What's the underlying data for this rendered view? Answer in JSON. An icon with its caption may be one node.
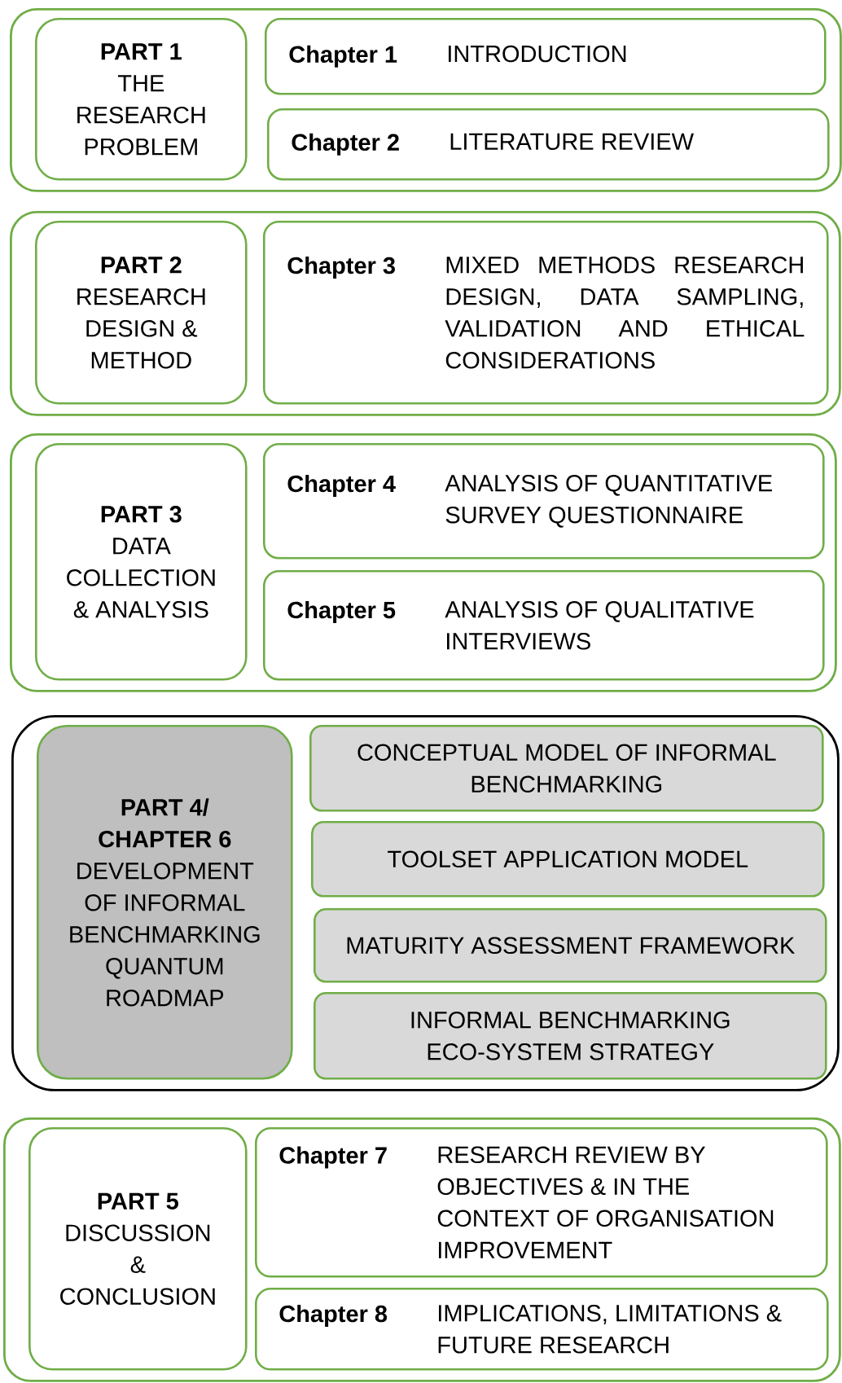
{
  "diagram": {
    "nodes": [
      {
        "text": [],
        "shape": "box"
      },
      {
        "text": [
          "PART 1",
          "THE RESEARCH PROBLEM"
        ],
        "in": 0
      },
      {
        "text": [
          "Chapter 1",
          "INTRODUCTION"
        ],
        "in": 0
      },
      {
        "text": [
          "Chapter 2",
          "LITERATURE REVIEW"
        ],
        "in": 0
      },
      {
        "text": [],
        "shape": "box"
      },
      {
        "text": [
          "PART 2",
          "RESEARCH DESIGN & METHOD"
        ],
        "in": 4
      },
      {
        "text": [
          "Chapter 3",
          "MIXED METHODS RESEARCH DESIGN, DATA SAMPLING, VALIDATION AND ETHICAL CONSIDERATIONS"
        ],
        "in": 4
      },
      {
        "text": [],
        "shape": "box"
      },
      {
        "text": [
          "PART 3",
          "DATA COLLECTION & ANALYSIS"
        ],
        "in": 7
      },
      {
        "text": [
          "Chapter 4",
          "ANALYSIS OF QUANTITATIVE SURVEY QUESTIONNAIRE"
        ],
        "in": 7
      },
      {
        "text": [
          "Chapter 5",
          "ANALYSIS OF QUALITATIVE INTERVIEWS"
        ],
        "in": 7
      },
      {
        "text": [],
        "shape": "box"
      },
      {
        "text": [
          "PART 4/ CHAPTER 6",
          "DEVELOPMENT OF INFORMAL BENCHMARKING QUANTUM ROADMAP"
        ],
        "in": 11
      },
      {
        "text": [
          "CONCEPTUAL MODEL OF INFORMAL BENCHMARKING"
        ],
        "in": 11
      },
      {
        "text": [
          "TOOLSET APPLICATION MODEL"
        ],
        "in": 11
      },
      {
        "text": [
          "MATURITY ASSESSMENT FRAMEWORK"
        ],
        "in": 11
      },
      {
        "text": [
          "INFORMAL BENCHMARKING ECO-SYSTEM STRATEGY"
        ],
        "in": 11
      },
      {
        "text": [],
        "shape": "box"
      },
      {
        "text": [
          "PART 5",
          "DISCUSSION & CONCLUSION"
        ],
        "in": 17
      },
      {
        "text": [
          "Chapter 7",
          "RESEARCH REVIEW BY OBJECTIVES & IN THE CONTEXT OF ORGANISATION IMPROVEMENT"
        ],
        "in": 17
      },
      {
        "text": [
          "Chapter 8",
          "IMPLICATIONS, LIMITATIONS & FUTURE RESEARCH"
        ],
        "in": 17
      }
    ]
  }
}
